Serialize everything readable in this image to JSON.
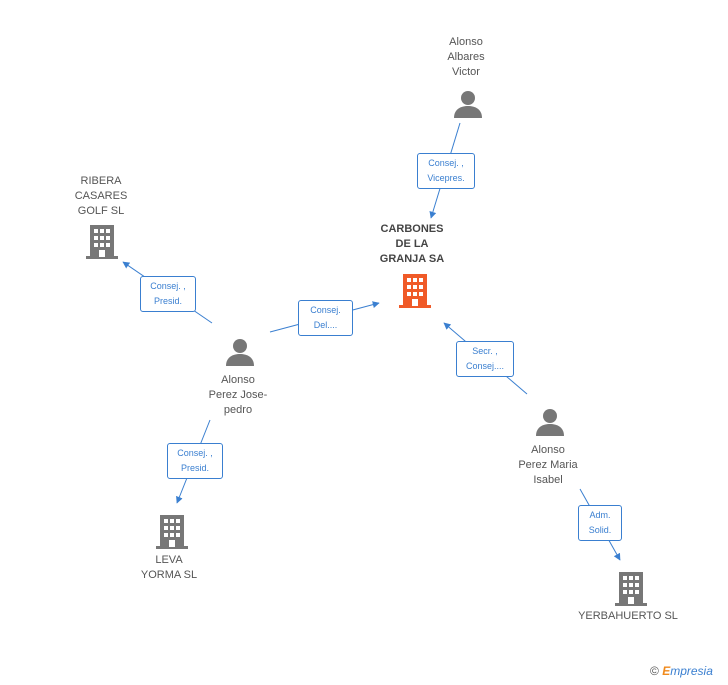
{
  "nodes": {
    "carbones": {
      "label": "CARBONES\nDE LA\nGRANJA SA"
    },
    "alonso_albares": {
      "label": "Alonso\nAlbares\nVictor"
    },
    "ribera": {
      "label": "RIBERA\nCASARES\nGOLF SL"
    },
    "alonso_jose": {
      "label": "Alonso\nPerez Jose-\npedro"
    },
    "leva": {
      "label": "LEVA\nYORMA SL"
    },
    "alonso_maria": {
      "label": "Alonso\nPerez Maria\nIsabel"
    },
    "yerbahuerto": {
      "label": "YERBAHUERTO SL"
    }
  },
  "roles": {
    "albares_carbones": "Consej. ,\nVicepres.",
    "jose_ribera": "Consej. ,\nPresid.",
    "jose_carbones": "Consej.\nDel....",
    "maria_carbones": "Secr. ,\nConsej....",
    "jose_leva": "Consej. ,\nPresid.",
    "maria_yerbahuerto": "Adm.\nSolid."
  },
  "colors": {
    "company_main": "#f05a28",
    "company": "#777777",
    "person": "#777777",
    "edge": "#3a7fd0"
  },
  "footer": {
    "copyright": "©",
    "brand_first": "E",
    "brand_rest": "mpresia"
  }
}
